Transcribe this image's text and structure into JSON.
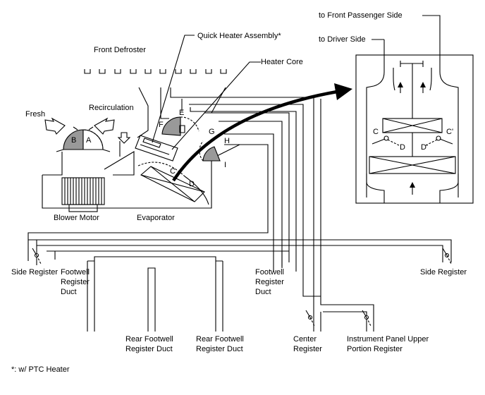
{
  "labels": {
    "quick_heater": "Quick Heater Assembly*",
    "front_defroster": "Front Defroster",
    "heater_core": "Heater Core",
    "fresh": "Fresh",
    "recirculation": "Recirculation",
    "blower_motor": "Blower Motor",
    "evaporator": "Evaporator",
    "side_register_left": "Side Register",
    "side_register_right": "Side Register",
    "footwell_left": [
      "Footwell",
      "Register",
      "Duct"
    ],
    "footwell_right": [
      "Footwell",
      "Register",
      "Duct"
    ],
    "rear_footwell_left": [
      "Rear Footwell",
      "Register Duct"
    ],
    "rear_footwell_right": [
      "Rear Footwell",
      "Register Duct"
    ],
    "center_register": [
      "Center",
      "Register"
    ],
    "ip_upper": [
      "Instrument Panel Upper",
      "Portion Register"
    ],
    "to_front_passenger": "to Front Passenger Side",
    "to_driver": "to Driver Side",
    "footnote": "*: w/ PTC Heater"
  },
  "damper_letters": {
    "A": "A",
    "B": "B",
    "C": "C",
    "D": "D",
    "E": "E",
    "F": "F",
    "G": "G",
    "H": "H",
    "I": "I",
    "inset_C": "C",
    "inset_C_prime": "C'",
    "inset_D": "D",
    "inset_D_prime": "D'"
  },
  "colors": {
    "line": "#000000",
    "damper_fill": "#999999",
    "background": "#ffffff"
  }
}
